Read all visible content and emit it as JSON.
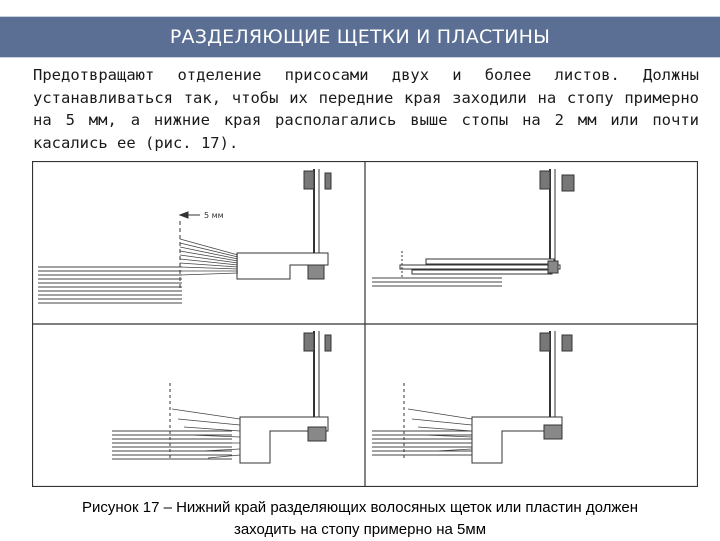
{
  "slide": {
    "title": "РАЗДЕЛЯЮЩИЕ ЩЕТКИ И ПЛАСТИНЫ",
    "paragraph": "Предотвращают отделение присосами двух и более листов. Должны устанавливаться так, чтобы их передние края заходили на стопу примерно на 5 мм, а нижние края располагались выше стопы на 2 мм или почти касались ее (рис. 17).",
    "caption_line1": "Рисунок 17 – Нижний край разделяющих волосяных щеток или пластин должен",
    "caption_line2": "заходить на стопу примерно на 5мм"
  },
  "figure": {
    "dimension_label": "5 мм"
  },
  "colors": {
    "title_bar": "#5a6f93",
    "title_text": "#ffffff",
    "line_art": "#333333"
  }
}
